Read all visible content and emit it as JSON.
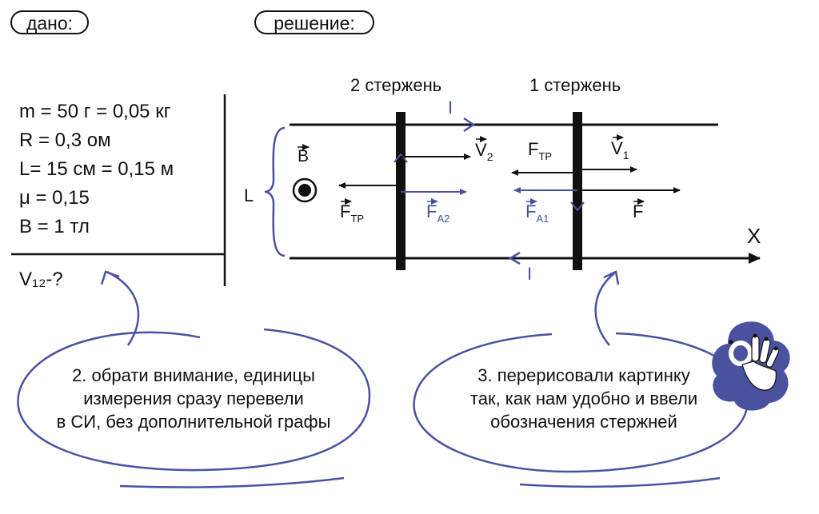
{
  "headers": {
    "given": "дано:",
    "solution": "решение:"
  },
  "given": {
    "lines": [
      "m = 50 г = 0,05 кг",
      "R = 0,3 ом",
      "L= 15 см = 0,15 м",
      "μ = 0,15",
      "B = 1 тл"
    ],
    "find": "V₁₂-?"
  },
  "diagram": {
    "rod2_label": "2 стержень",
    "rod1_label": "1 стержень",
    "L_label": "L",
    "x_axis_label": "X",
    "current_top": "I",
    "current_bottom": "I",
    "field": "B",
    "v2": "V",
    "v2_sub": "2",
    "v1": "V",
    "v1_sub": "1",
    "ftr_left": "F",
    "ftr_left_sub": "ТР",
    "fa2": "F",
    "fa2_sub": "A2",
    "ftr_right": "F",
    "ftr_right_sub": "ТР",
    "fa1": "F",
    "fa1_sub": "A1",
    "f": "F"
  },
  "notes": {
    "note2": [
      "2. обрати внимание, единицы",
      "измерения сразу перевели",
      "в СИ, без дополнительной графы"
    ],
    "note3": [
      "3. перерисовали картинку",
      "так, как нам удобно и ввели",
      "обозначения стержней"
    ]
  },
  "colors": {
    "ink": "#111111",
    "accent": "#4a52a0"
  },
  "icons": [
    "ok-hand-icon"
  ]
}
